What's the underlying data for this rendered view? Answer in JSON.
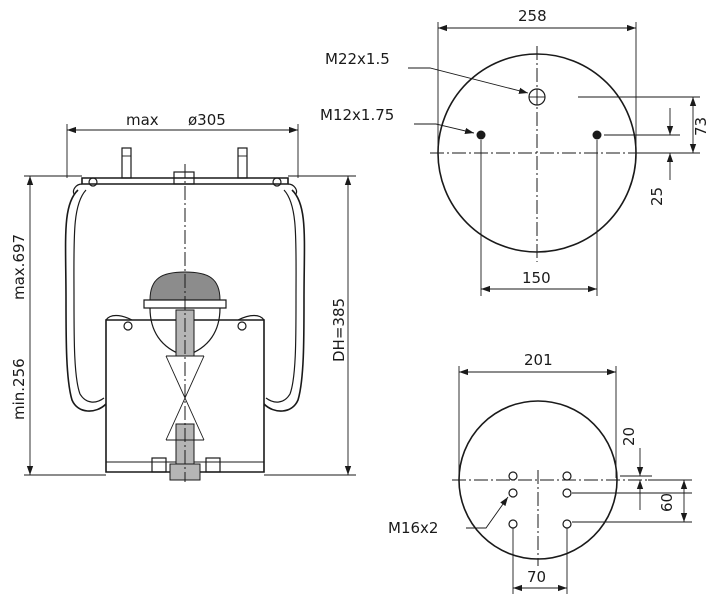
{
  "side_view": {
    "max_width_label": "max",
    "diameter_label": "ø305",
    "max_height_label": "max.697",
    "min_height_label": "min.256",
    "design_height_label": "DH=385"
  },
  "top_view": {
    "diameter_label": "258",
    "air_inlet_thread_label": "M22x1.5",
    "stud_thread_label": "M12x1.75",
    "offset_73_label": "73",
    "offset_25_label": "25",
    "stud_spacing_label": "150"
  },
  "bottom_view": {
    "diameter_label": "201",
    "offset_20_label": "20",
    "offset_60_label": "60",
    "bolt_thread_label": "M16x2",
    "bolt_spacing_label": "70"
  }
}
